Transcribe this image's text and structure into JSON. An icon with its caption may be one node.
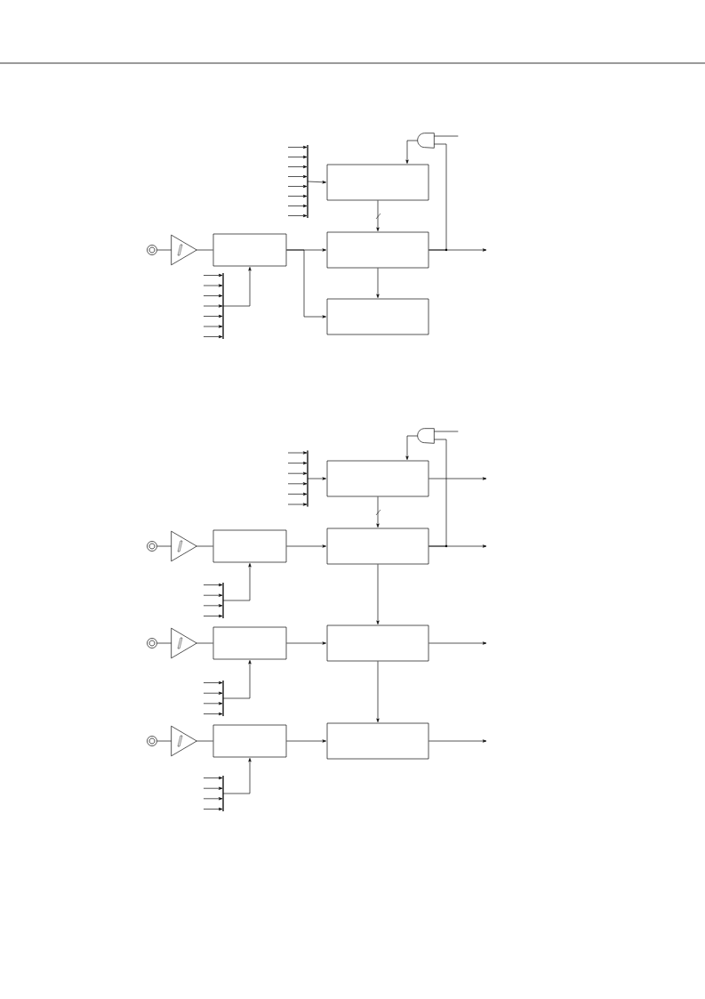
{
  "diagram": {
    "nodes": [
      {
        "text": [],
        "shape": "gate"
      },
      {
        "text": [],
        "shape": "bar"
      },
      {
        "text": [],
        "shape": "box"
      },
      {
        "text": [],
        "shape": "circle"
      },
      {
        "text": [],
        "shape": "triangle"
      },
      {
        "text": [],
        "shape": "box"
      },
      {
        "text": [],
        "shape": "box"
      },
      {
        "text": [],
        "shape": "bar"
      },
      {
        "text": [],
        "shape": "box"
      },
      {
        "text": [],
        "shape": "gate"
      },
      {
        "text": [],
        "shape": "bar"
      },
      {
        "text": [],
        "shape": "box"
      },
      {
        "text": [],
        "shape": "circle"
      },
      {
        "text": [],
        "shape": "triangle"
      },
      {
        "text": [],
        "shape": "box"
      },
      {
        "text": [],
        "shape": "box"
      },
      {
        "text": [],
        "shape": "bar"
      },
      {
        "text": [],
        "shape": "circle"
      },
      {
        "text": [],
        "shape": "triangle"
      },
      {
        "text": [],
        "shape": "box"
      },
      {
        "text": [],
        "shape": "box"
      },
      {
        "text": [],
        "shape": "bar"
      },
      {
        "text": [],
        "shape": "circle"
      },
      {
        "text": [],
        "shape": "triangle"
      },
      {
        "text": [],
        "shape": "box"
      },
      {
        "text": [],
        "shape": "box"
      },
      {
        "text": [],
        "shape": "bar"
      }
    ],
    "edges": [
      {
        "from": null,
        "to": 1,
        "arrow": "to"
      },
      {
        "from": null,
        "to": 1,
        "arrow": "to"
      },
      {
        "from": null,
        "to": 1,
        "arrow": "to"
      },
      {
        "from": null,
        "to": 1,
        "arrow": "to"
      },
      {
        "from": null,
        "to": 1,
        "arrow": "to"
      },
      {
        "from": null,
        "to": 1,
        "arrow": "to"
      },
      {
        "from": null,
        "to": 1,
        "arrow": "to"
      },
      {
        "from": null,
        "to": 1,
        "arrow": "to"
      },
      {
        "from": 1,
        "to": 2,
        "arrow": "to"
      },
      {
        "from": null,
        "to": 0,
        "arrow": "none"
      },
      {
        "from": 0,
        "to": 2,
        "arrow": "to"
      },
      {
        "from": 3,
        "to": 4,
        "arrow": "none"
      },
      {
        "from": 4,
        "to": 5,
        "arrow": "none"
      },
      {
        "from": 5,
        "to": 6,
        "arrow": "to"
      },
      {
        "from": 5,
        "to": 8,
        "arrow": "to"
      },
      {
        "from": 2,
        "to": 6,
        "arrow": "to"
      },
      {
        "from": 6,
        "to": 0,
        "arrow": "none"
      },
      {
        "from": 6,
        "to": null,
        "arrow": "to"
      },
      {
        "from": 6,
        "to": 8,
        "arrow": "to"
      },
      {
        "from": null,
        "to": 7,
        "arrow": "to"
      },
      {
        "from": null,
        "to": 7,
        "arrow": "to"
      },
      {
        "from": null,
        "to": 7,
        "arrow": "to"
      },
      {
        "from": null,
        "to": 7,
        "arrow": "to"
      },
      {
        "from": null,
        "to": 7,
        "arrow": "to"
      },
      {
        "from": null,
        "to": 7,
        "arrow": "to"
      },
      {
        "from": null,
        "to": 7,
        "arrow": "to"
      },
      {
        "from": 7,
        "to": 5,
        "arrow": "to"
      },
      {
        "from": null,
        "to": 10,
        "arrow": "to"
      },
      {
        "from": null,
        "to": 10,
        "arrow": "to"
      },
      {
        "from": null,
        "to": 10,
        "arrow": "to"
      },
      {
        "from": null,
        "to": 10,
        "arrow": "to"
      },
      {
        "from": null,
        "to": 10,
        "arrow": "to"
      },
      {
        "from": null,
        "to": 10,
        "arrow": "to"
      },
      {
        "from": 10,
        "to": 11,
        "arrow": "to"
      },
      {
        "from": null,
        "to": 9,
        "arrow": "none"
      },
      {
        "from": 9,
        "to": 11,
        "arrow": "to"
      },
      {
        "from": 11,
        "to": null,
        "arrow": "to"
      },
      {
        "from": 11,
        "to": 15,
        "arrow": "to"
      },
      {
        "from": 12,
        "to": 13,
        "arrow": "none"
      },
      {
        "from": 13,
        "to": 14,
        "arrow": "none"
      },
      {
        "from": 14,
        "to": 15,
        "arrow": "to"
      },
      {
        "from": 15,
        "to": 9,
        "arrow": "none"
      },
      {
        "from": 15,
        "to": null,
        "arrow": "to"
      },
      {
        "from": 15,
        "to": 20,
        "arrow": "to"
      },
      {
        "from": null,
        "to": 16,
        "arrow": "to"
      },
      {
        "from": null,
        "to": 16,
        "arrow": "to"
      },
      {
        "from": null,
        "to": 16,
        "arrow": "to"
      },
      {
        "from": null,
        "to": 16,
        "arrow": "to"
      },
      {
        "from": 16,
        "to": 14,
        "arrow": "to"
      },
      {
        "from": 17,
        "to": 18,
        "arrow": "none"
      },
      {
        "from": 18,
        "to": 19,
        "arrow": "none"
      },
      {
        "from": 19,
        "to": 20,
        "arrow": "to"
      },
      {
        "from": 20,
        "to": null,
        "arrow": "to"
      },
      {
        "from": 20,
        "to": 25,
        "arrow": "to"
      },
      {
        "from": null,
        "to": 21,
        "arrow": "to"
      },
      {
        "from": null,
        "to": 21,
        "arrow": "to"
      },
      {
        "from": null,
        "to": 21,
        "arrow": "to"
      },
      {
        "from": null,
        "to": 21,
        "arrow": "to"
      },
      {
        "from": 21,
        "to": 19,
        "arrow": "to"
      },
      {
        "from": 22,
        "to": 23,
        "arrow": "none"
      },
      {
        "from": 23,
        "to": 24,
        "arrow": "none"
      },
      {
        "from": 24,
        "to": 25,
        "arrow": "to"
      },
      {
        "from": 25,
        "to": null,
        "arrow": "to"
      },
      {
        "from": null,
        "to": 26,
        "arrow": "to"
      },
      {
        "from": null,
        "to": 26,
        "arrow": "to"
      },
      {
        "from": null,
        "to": 26,
        "arrow": "to"
      },
      {
        "from": null,
        "to": 26,
        "arrow": "to"
      },
      {
        "from": 26,
        "to": 24,
        "arrow": "to"
      }
    ]
  }
}
